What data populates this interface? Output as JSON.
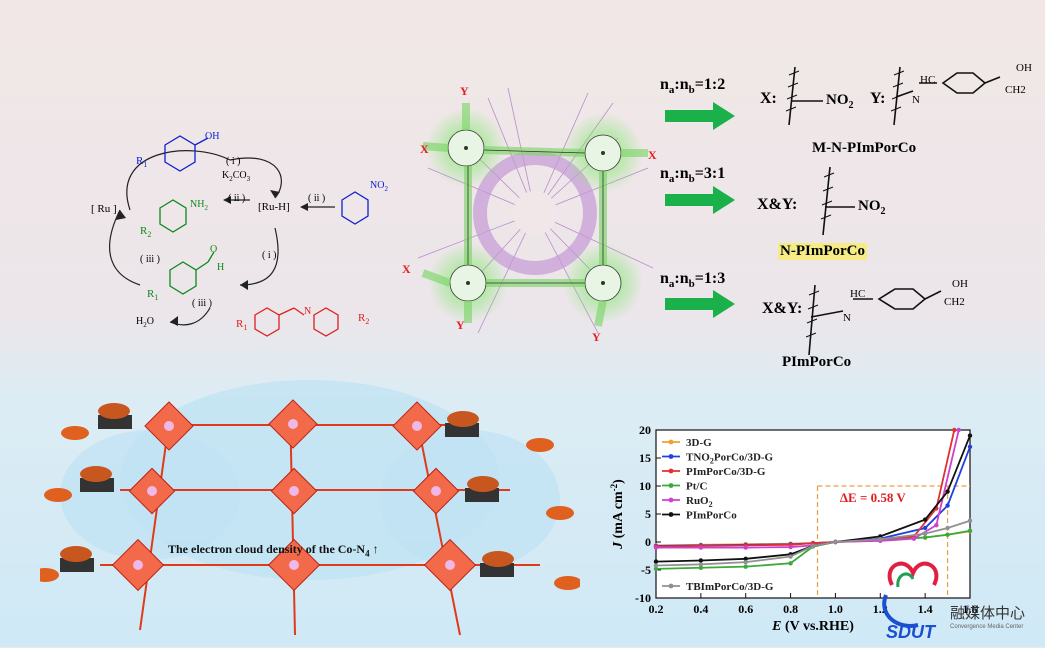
{
  "cycle": {
    "ru": "[ Ru ]",
    "ruh": "[Ru-H]",
    "oh": "OH",
    "r1_top": "R",
    "r1_sub": "1",
    "k2co3_a": "K",
    "k2co3_b": "2",
    "k2co3_c": "CO",
    "k2co3_d": "3",
    "step_i_1": "( i )",
    "step_i_2": "( i )",
    "step_ii_1": "( ii )",
    "step_ii_2": "( ii )",
    "step_iii_1": "( iii )",
    "step_iii_2": "( iii )",
    "nh2": "NH",
    "nh2_sub": "2",
    "no2": "NO",
    "no2_sub": "2",
    "r2": "R",
    "r2_sub": "2",
    "r1_ald": "R",
    "r1_ald_sub": "1",
    "h_ald": "H",
    "o_ald": "O",
    "h2o": "H",
    "h2o_sub": "2",
    "h2o_o": "O",
    "imine_r1": "R",
    "imine_r1_sub": "1",
    "imine_n": "N",
    "imine_r2": "R",
    "imine_r2_sub": "2"
  },
  "framework": {
    "x_left": "X",
    "x_right": "X",
    "x_left2": "X",
    "y_top": "Y",
    "y_bottom": "Y",
    "y_right_bottom": "Y"
  },
  "ratios": [
    {
      "label_a": "n",
      "sub_a": "a",
      "mid": ":n",
      "sub_b": "b",
      "value": "=1:2"
    },
    {
      "label_a": "n",
      "sub_a": "a",
      "mid": ":n",
      "sub_b": "b",
      "value": "=3:1"
    },
    {
      "label_a": "n",
      "sub_a": "a",
      "mid": ":n",
      "sub_b": "b",
      "value": "=1:3"
    }
  ],
  "products": {
    "p1_x": "X:",
    "p1_no2": "NO",
    "p1_no2_sub": "2",
    "p1_y": "Y:",
    "p1_n": "N",
    "p1_hc": "HC",
    "p1_oh": "OH",
    "p1_ch2": "CH2",
    "p1_name": "M-N-PImPorCo",
    "p2_xy": "X&Y:",
    "p2_no2": "NO",
    "p2_no2_sub": "2",
    "p2_name": "N-PImPorCo",
    "p3_xy": "X&Y:",
    "p3_n": "N",
    "p3_hc": "HC",
    "p3_oh": "OH",
    "p3_ch2": "CH2",
    "p3_name": "PImPorCo"
  },
  "lattice": {
    "caption": "The electron cloud density of the Co-N",
    "caption_sub": "4",
    "caption_arrow": "↑"
  },
  "chart_data": {
    "type": "line",
    "xlabel_i": "E",
    "xlabel_rest": " (V vs.RHE)",
    "ylabel_i": "J",
    "ylabel_rest": " (mA cm",
    "ylabel_sup": "-2",
    "ylabel_close": ")",
    "xlim": [
      0.2,
      1.6
    ],
    "ylim": [
      -10,
      20
    ],
    "xticks": [
      "0.2",
      "0.4",
      "0.6",
      "0.8",
      "1.0",
      "1.2",
      "1.4",
      "1.6"
    ],
    "yticks": [
      "-10",
      "-5",
      "0",
      "5",
      "10",
      "15",
      "20"
    ],
    "annotation": "ΔE = 0.58 V",
    "annotation_color": "#e01e1e",
    "guide_lines": {
      "y": 10,
      "x1": 0.92,
      "x2": 1.5,
      "color": "#e8a040"
    },
    "series": [
      {
        "name": "3D-G",
        "color": "#f0a030",
        "x": [
          0.2,
          0.4,
          0.6,
          0.8,
          0.9,
          1.0,
          1.2,
          1.4,
          1.5,
          1.6
        ],
        "y": [
          -0.6,
          -0.5,
          -0.4,
          -0.3,
          -0.2,
          0,
          0.3,
          0.8,
          1.3,
          1.9
        ]
      },
      {
        "name": "TNO2PorCo/3D-G",
        "color": "#2040e0",
        "x": [
          0.2,
          0.4,
          0.6,
          0.8,
          0.9,
          1.0,
          1.2,
          1.4,
          1.5,
          1.6
        ],
        "y": [
          -0.7,
          -0.6,
          -0.5,
          -0.4,
          -0.2,
          0,
          0.6,
          2.5,
          6.5,
          17
        ]
      },
      {
        "name": "PImPorCo/3D-G",
        "color": "#e03030",
        "x": [
          0.2,
          0.4,
          0.6,
          0.8,
          0.9,
          1.0,
          1.2,
          1.35,
          1.45,
          1.53
        ],
        "y": [
          -0.8,
          -0.7,
          -0.6,
          -0.5,
          -0.2,
          0,
          0.3,
          1,
          6,
          20
        ]
      },
      {
        "name": "Pt/C",
        "color": "#3aaa3a",
        "x": [
          0.2,
          0.4,
          0.6,
          0.8,
          0.9,
          1.0,
          1.2,
          1.4,
          1.5,
          1.6
        ],
        "y": [
          -4.8,
          -4.6,
          -4.4,
          -3.8,
          -0.8,
          0,
          0.3,
          0.8,
          1.3,
          2
        ]
      },
      {
        "name": "RuO2",
        "color": "#d040d0",
        "x": [
          0.2,
          0.4,
          0.6,
          0.8,
          0.9,
          1.0,
          1.2,
          1.35,
          1.45,
          1.55
        ],
        "y": [
          -1,
          -1,
          -1,
          -0.9,
          -0.6,
          0,
          0.2,
          0.6,
          3,
          20
        ]
      },
      {
        "name": "PImPorCo",
        "color": "#111111",
        "x": [
          0.2,
          0.4,
          0.6,
          0.8,
          0.9,
          1.0,
          1.2,
          1.4,
          1.5,
          1.6
        ],
        "y": [
          -3.5,
          -3.3,
          -3.0,
          -2.2,
          -0.7,
          0,
          1,
          4,
          9,
          19
        ]
      },
      {
        "name": "TBImPorCo/3D-G",
        "color": "#909090",
        "x": [
          0.2,
          0.4,
          0.6,
          0.8,
          0.9,
          1.0,
          1.2,
          1.4,
          1.5,
          1.6
        ],
        "y": [
          -4.2,
          -4.0,
          -3.6,
          -2.6,
          -0.7,
          0,
          0.5,
          1.5,
          2.5,
          3.8
        ]
      }
    ],
    "legend_main": [
      "3D-G",
      "TNO",
      "PImPorCo/3D-G",
      "Pt/C",
      "RuO",
      "PImPorCo"
    ],
    "legend_tno_sub": "2",
    "legend_tno_rest": "PorCo/3D-G",
    "legend_ruo_sub": "2"
  },
  "logo": {
    "text": "SDUT",
    "cn": "融媒体中心",
    "en": "Convergence Media Center"
  }
}
